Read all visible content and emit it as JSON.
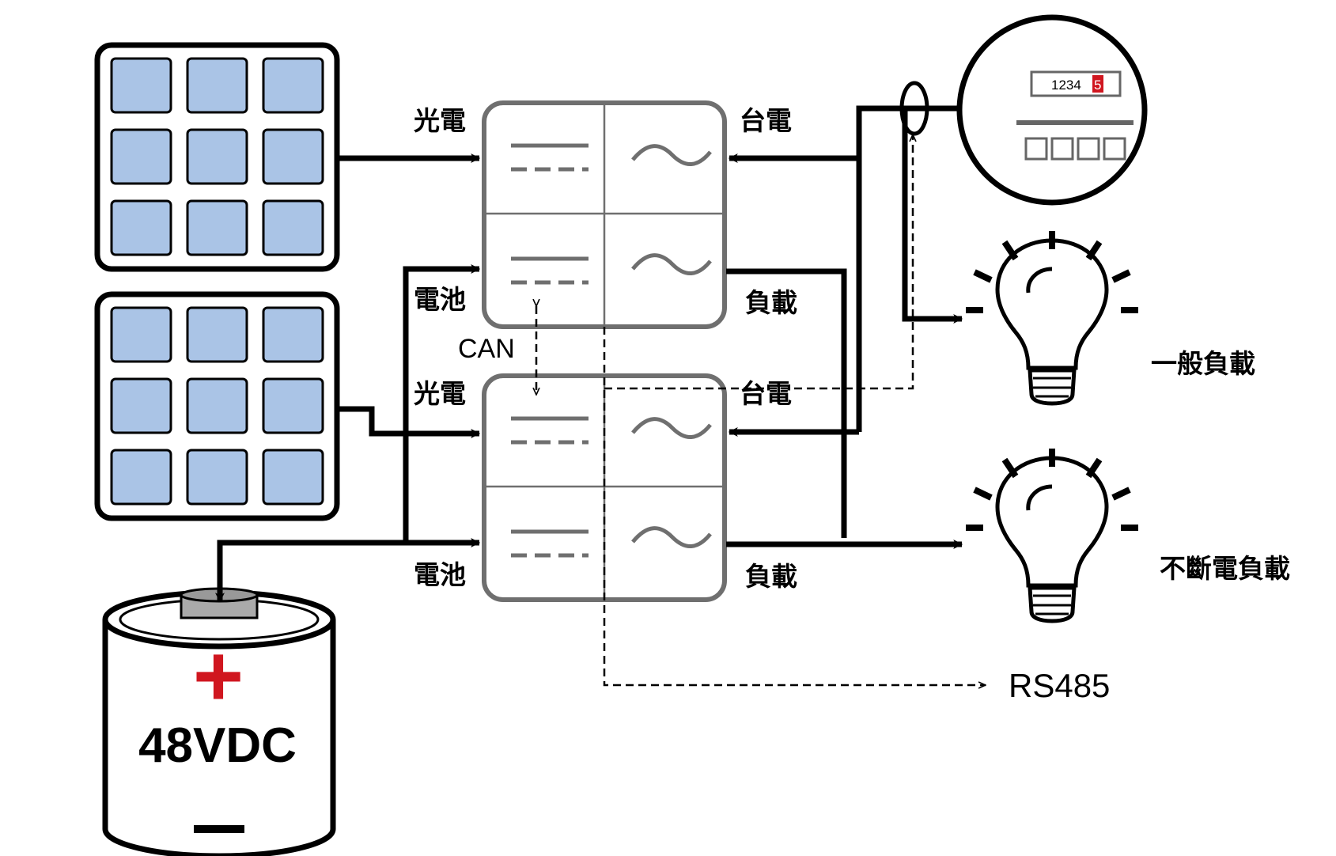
{
  "inverter_top": {
    "pv_label": "光電",
    "battery_label": "電池",
    "grid_label": "台電",
    "load_label": "負載"
  },
  "inverter_bottom": {
    "pv_label": "光電",
    "battery_label": "電池",
    "grid_label": "台電",
    "load_label": "負載"
  },
  "can_label": "CAN",
  "rs485_label": "RS485",
  "battery": {
    "voltage": "48VDC",
    "positive_symbol": "+",
    "negative_symbol": "—"
  },
  "meter": {
    "digits": "1234",
    "last_digit": "5"
  },
  "loads": {
    "general": "一般負載",
    "ups": "不斷電負載"
  },
  "colors": {
    "solar_cell": "#aac4e6",
    "inverter_border": "#6f6f6f",
    "line": "#000000",
    "accent_red": "#d0161f"
  },
  "icons": [
    "solar-panel-icon",
    "inverter-icon",
    "battery-icon",
    "energy-meter-icon",
    "light-bulb-icon"
  ]
}
